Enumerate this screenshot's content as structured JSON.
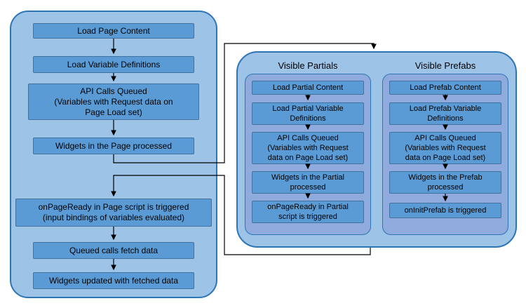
{
  "colors": {
    "step_fill": "#5B9BD5",
    "step_border": "#41719C",
    "outer_container_fill": "#9DC3E6",
    "outer_container_border": "#2E75B6",
    "inner_container_fill": "#8FAADC",
    "arrow": "#000000"
  },
  "page_flow": {
    "boxes": [
      "Load Page Content",
      "Load Variable Definitions",
      "API Calls Queued\n(Variables with Request data on\nPage Load set)",
      "Widgets in the Page processed",
      "onPageReady in Page script is triggered\n(input bindings of variables evaluated)",
      "Queued calls fetch data",
      "Widgets updated with fetched data"
    ]
  },
  "partials": {
    "title": "Visible Partials",
    "boxes": [
      "Load Partial Content",
      "Load Partial Variable\nDefinitions",
      "API Calls Queued\n(Variables with Request\ndata on Page Load set)",
      "Widgets in the Partial\nprocessed",
      "onPageReady in Partial\nscript is triggered"
    ]
  },
  "prefabs": {
    "title": "Visible Prefabs",
    "boxes": [
      "Load Prefab Content",
      "Load Prefab Variable\nDefinitions",
      "API Calls Queued\n(Variables with Request\ndata on Page Load set)",
      "Widgets in the Prefab\nprocessed",
      "onInitPrefab is triggered"
    ]
  }
}
